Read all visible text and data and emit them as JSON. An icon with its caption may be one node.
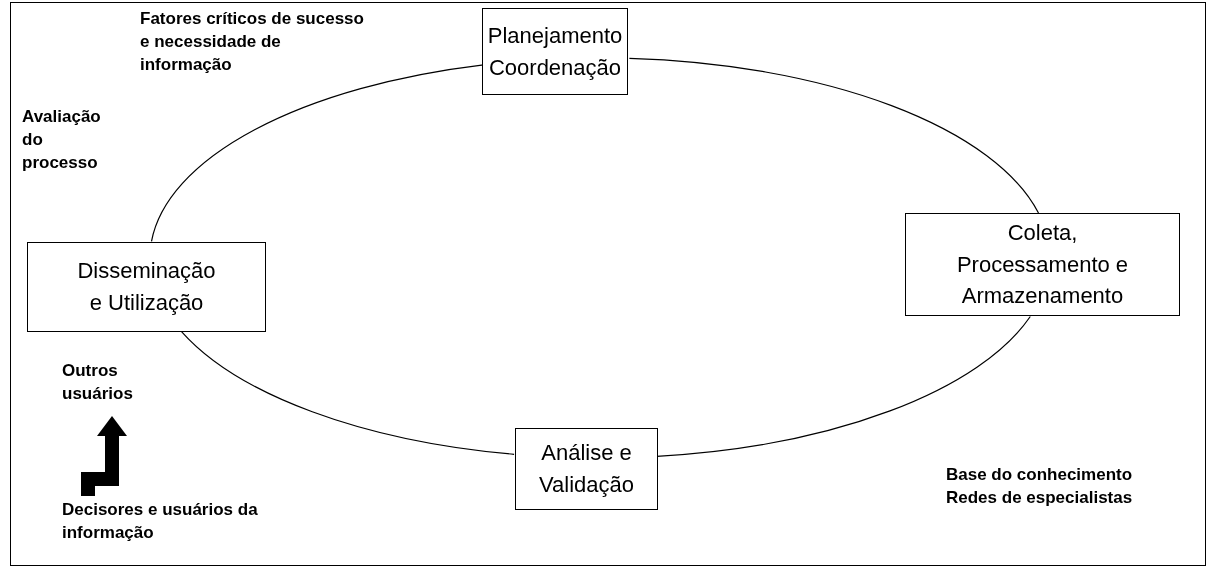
{
  "diagram": {
    "nodes": [
      {
        "text": [
          "Planejamento Coordenação"
        ]
      },
      {
        "text": [
          "Coleta, Processamento e Armazenamento"
        ]
      },
      {
        "text": [
          "Análise e Validação"
        ]
      },
      {
        "text": [
          "Disseminação e Utilização"
        ]
      },
      {
        "text": [
          "Outros usuários"
        ]
      },
      {
        "text": [
          "Decisores e usuários da informação"
        ]
      }
    ],
    "edges": [
      {
        "from": 0,
        "to": 1,
        "arrow": "none"
      },
      {
        "from": 1,
        "to": 2,
        "arrow": "none"
      },
      {
        "from": 2,
        "to": 3,
        "arrow": "none"
      },
      {
        "from": 3,
        "to": 0,
        "arrow": "none"
      },
      {
        "from": 5,
        "to": 4,
        "arrow": "to",
        "style": "thick"
      }
    ],
    "labels": [
      "Fatores críticos de sucesso e necessidade de informação",
      "Avaliação do processo",
      "Base do conhecimento Redes de especialistas"
    ]
  }
}
